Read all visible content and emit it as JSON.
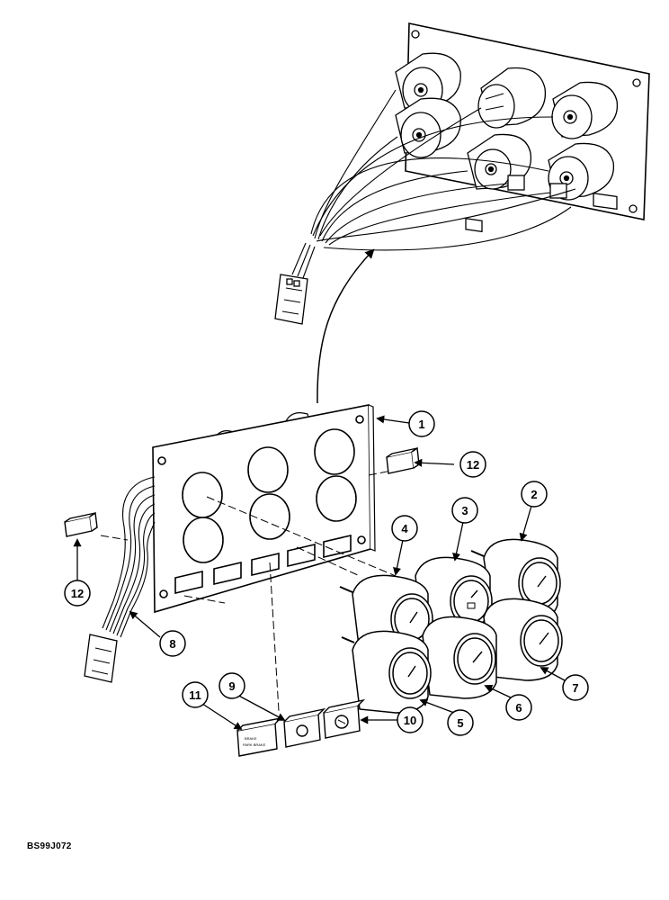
{
  "figure": {
    "reference_code": "BS99J072",
    "callouts": [
      "1",
      "2",
      "3",
      "4",
      "5",
      "6",
      "7",
      "8",
      "9",
      "10",
      "11",
      "12",
      "12"
    ],
    "switch_label": "BRAKE PARK BRAKE"
  }
}
